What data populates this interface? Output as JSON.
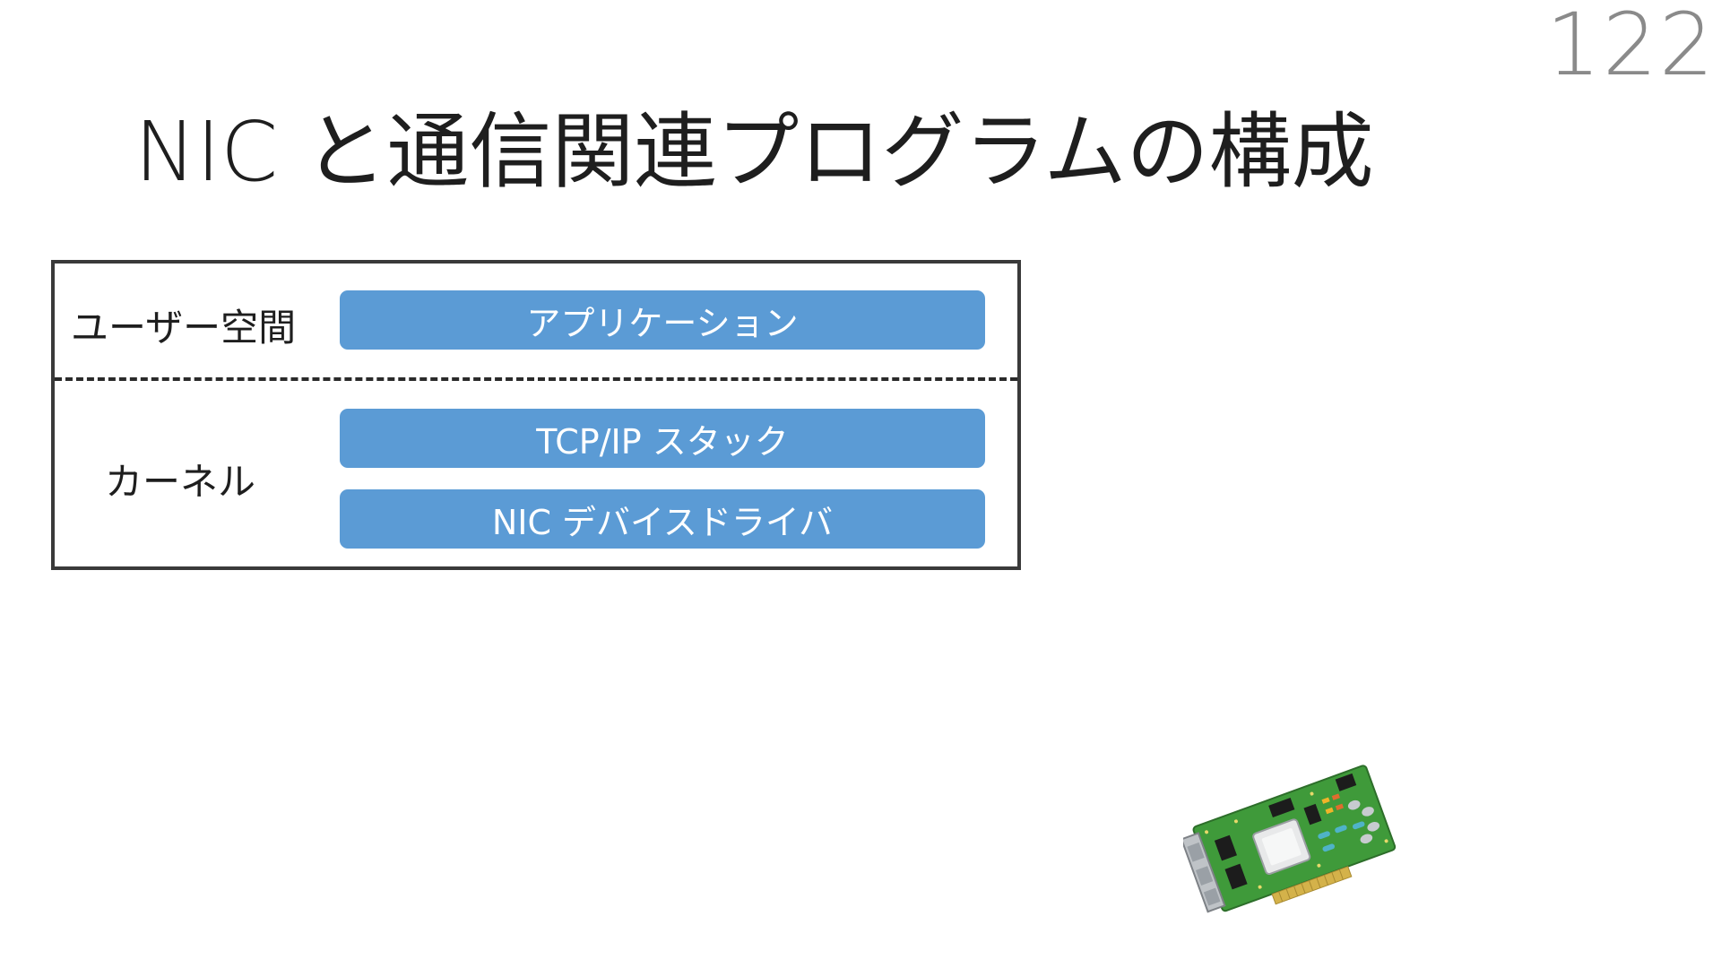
{
  "page": {
    "number": "122",
    "title": "NIC と通信関連プログラムの構成"
  },
  "diagram": {
    "user_space_label": "ユーザー空間",
    "kernel_label": "カーネル",
    "layers": {
      "application": "アプリケーション",
      "tcpip": "TCP/IP スタック",
      "nic_driver": "NIC デバイスドライバ"
    },
    "layer_color": "#5b9bd5"
  },
  "illustration": {
    "icon": "network-card-icon"
  }
}
